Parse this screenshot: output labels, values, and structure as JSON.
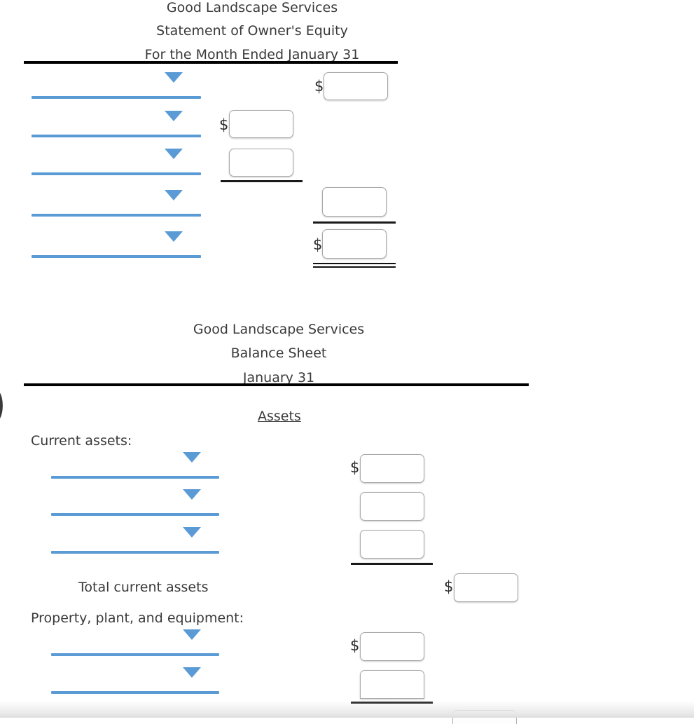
{
  "statement_equity": {
    "company": "Good Landscape Services",
    "title": "Statement of Owner's Equity",
    "period": "For the Month Ended January 31",
    "currency_symbol": "$",
    "rows": [
      {
        "name": "equity-row-1",
        "has_dropdown": true,
        "dropdown_value": "",
        "amount_value": "",
        "column": "right",
        "dollar": true
      },
      {
        "name": "equity-row-2",
        "has_dropdown": true,
        "dropdown_value": "",
        "amount_value": "",
        "column": "middle",
        "dollar": true
      },
      {
        "name": "equity-row-3",
        "has_dropdown": true,
        "dropdown_value": "",
        "amount_value": "",
        "column": "middle",
        "dollar": false
      },
      {
        "name": "equity-row-4",
        "has_dropdown": true,
        "dropdown_value": "",
        "amount_value": "",
        "column": "right",
        "dollar": false
      },
      {
        "name": "equity-row-5",
        "has_dropdown": true,
        "dropdown_value": "",
        "amount_value": "",
        "column": "right",
        "dollar": true
      }
    ]
  },
  "balance_sheet": {
    "company": "Good Landscape Services",
    "title": "Balance Sheet",
    "period": "January 31",
    "section_heading": "Assets",
    "currency_symbol": "$",
    "current_assets_label": "Current assets:",
    "total_current_assets_label": "Total current assets",
    "ppe_label": "Property, plant, and equipment:",
    "current_asset_rows": [
      {
        "name": "current-asset-row-1",
        "dropdown_value": "",
        "amount_value": "",
        "dollar": true
      },
      {
        "name": "current-asset-row-2",
        "dropdown_value": "",
        "amount_value": "",
        "dollar": false
      },
      {
        "name": "current-asset-row-3",
        "dropdown_value": "",
        "amount_value": "",
        "dollar": false
      }
    ],
    "total_current_assets": {
      "name": "total-current-assets-amount",
      "amount_value": "",
      "dollar": true
    },
    "ppe_rows": [
      {
        "name": "ppe-row-1",
        "dropdown_value": "",
        "amount_value": "",
        "dollar": true
      },
      {
        "name": "ppe-row-2",
        "dropdown_value": "",
        "amount_value": "",
        "dollar": false
      }
    ]
  },
  "edge_artifact": {
    "glyph": ")"
  },
  "colors": {
    "dropdown_blue": "#5B9BD5",
    "rule_black": "#000000",
    "text": "#3a3a3a",
    "input_border": "#a8a8a8"
  }
}
